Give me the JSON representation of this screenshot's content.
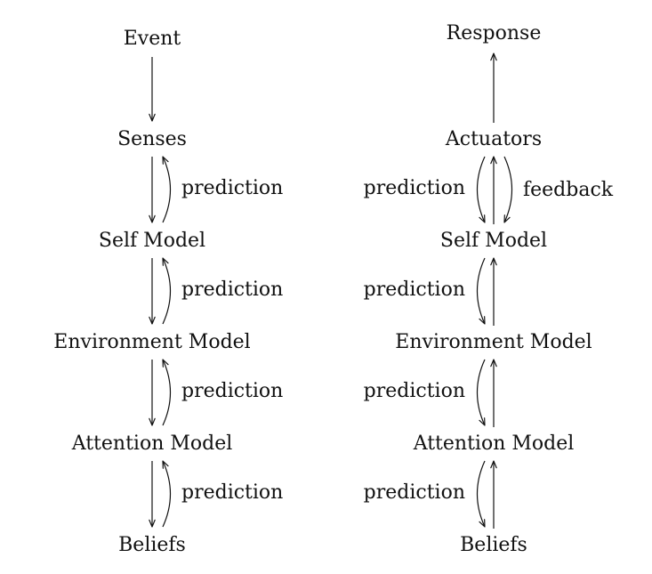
{
  "left": {
    "nodes": [
      "Event",
      "Senses",
      "Self Model",
      "Environment Model",
      "Attention Model",
      "Beliefs"
    ],
    "edge_labels": [
      "prediction",
      "prediction",
      "prediction",
      "prediction"
    ]
  },
  "right": {
    "nodes": [
      "Response",
      "Actuators",
      "Self Model",
      "Environment Model",
      "Attention Model",
      "Beliefs"
    ],
    "edge_labels": [
      "prediction",
      "feedback",
      "prediction",
      "prediction",
      "prediction"
    ]
  }
}
